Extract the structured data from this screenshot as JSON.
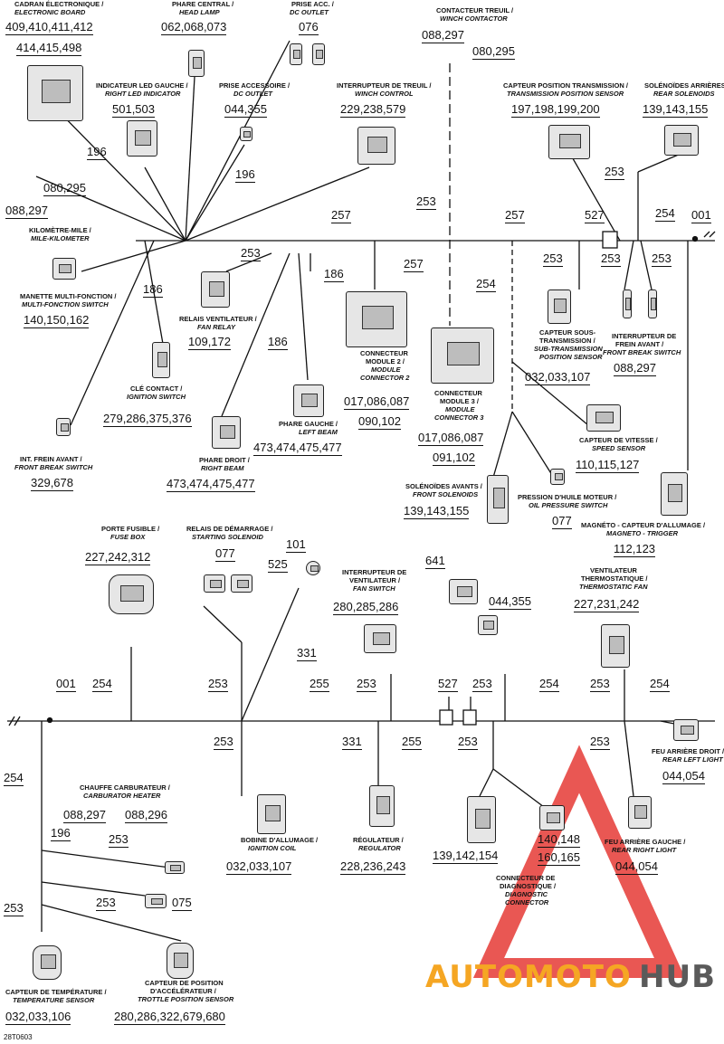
{
  "watermark": {
    "part1": "AUTOMOTO",
    "part2": "HUB",
    "color1": "#f5a623",
    "color2": "#5a5a5a",
    "triangle_color": "#e53935"
  },
  "figure_code": "28T0603",
  "top": {
    "dash": {
      "fr": "CADRAN ÉLECTRONIQUE /",
      "en": "ELECTRONIC BOARD",
      "ref1": "409,410,411,412",
      "ref2": "414,415,498"
    },
    "head_lamp": {
      "fr": "PHARE CENTRAL /",
      "en": "HEAD LAMP",
      "ref": "062,068,073"
    },
    "dc_outlet_top": {
      "fr": "PRISE ACC. /",
      "en": "DC OUTLET",
      "ref": "076"
    },
    "winch_contactor": {
      "fr": "CONTACTEUR TREUIL /",
      "en": "WINCH CONTACTOR",
      "ref1": "088,297",
      "ref2": "080,295"
    },
    "led_indicator": {
      "fr": "INDICATEUR LED GAUCHE /",
      "en": "RIGHT LED INDICATOR",
      "ref": "501,503"
    },
    "acc_outlet": {
      "fr": "PRISE ACCESSOIRE /",
      "en": "DC OUTLET",
      "ref": "044,355"
    },
    "winch_control": {
      "fr": "INTERRUPTEUR DE TREUIL /",
      "en": "WINCH CONTROL",
      "ref": "229,238,579"
    },
    "trans_sensor": {
      "fr": "CAPTEUR POSITION TRANSMISSION /",
      "en": "TRANSMISSION POSITION SENSOR",
      "ref": "197,198,199,200"
    },
    "rear_solenoids": {
      "fr": "SOLÉNOÏDES ARRIÈRES /",
      "en": "REAR SOLENOIDS",
      "ref": "139,143,155"
    },
    "km_mile": {
      "fr": "KILOMÈTRE-MILE /",
      "en": "MILE-KILOMETER"
    },
    "multi_switch": {
      "fr": "MANETTE MULTI-FONCTION /",
      "en": "MULTI-FONCTION SWITCH",
      "ref": "140,150,162"
    },
    "fan_relay": {
      "fr": "RELAIS VENTILATEUR /",
      "en": "FAN RELAY",
      "ref": "109,172"
    },
    "module2": {
      "fr1": "CONNECTEUR",
      "fr2": "MODULE 2 /",
      "en1": "MODULE",
      "en2": "CONNECTOR 2",
      "ref1": "017,086,087",
      "ref2": "090,102"
    },
    "module3": {
      "fr1": "CONNECTEUR",
      "fr2": "MODULE 3 /",
      "en1": "MODULE",
      "en2": "CONNECTOR 3",
      "ref1": "017,086,087",
      "ref2": "091,102"
    },
    "sub_trans": {
      "fr1": "CAPTEUR SOUS-",
      "fr2": "TRANSMISSION /",
      "en1": "SUB-TRANSMISSION",
      "en2": "POSITION SENSOR",
      "ref": "032,033,107"
    },
    "front_brake_sw": {
      "fr1": "INTERRUPTEUR DE",
      "fr2": "FREIN AVANT /",
      "en": "FRONT BREAK SWITCH",
      "ref": "088,297"
    },
    "ignition_sw": {
      "fr": "CLÉ CONTACT /",
      "en": "IGNITION SWITCH",
      "ref": "279,286,375,376"
    },
    "left_beam": {
      "fr": "PHARE GAUCHE /",
      "en": "LEFT BEAM",
      "ref": "473,474,475,477"
    },
    "right_beam": {
      "fr": "PHARE DROIT /",
      "en": "RIGHT BEAM",
      "ref": "473,474,475,477"
    },
    "int_brake": {
      "fr": "INT. FREIN AVANT /",
      "en": "FRONT BREAK SWITCH",
      "ref": "329,678"
    },
    "speed_sensor": {
      "fr": "CAPTEUR DE VITESSE /",
      "en": "SPEED SENSOR",
      "ref": "110,115,127"
    },
    "front_solenoids": {
      "fr": "SOLÉNOÏDES AVANTS /",
      "en": "FRONT SOLENOIDS",
      "ref": "139,143,155"
    },
    "oil_pressure": {
      "fr": "PRESSION D'HUILE MOTEUR /",
      "en": "OIL PRESSURE SWITCH",
      "ref": "077"
    },
    "magneto": {
      "fr": "MAGNÉTO - CAPTEUR D'ALLUMAGE /",
      "en": "MAGNETO - TRIGGER",
      "ref": "112,123"
    }
  },
  "bottom": {
    "fuse_box": {
      "fr": "PORTE FUSIBLE /",
      "en": "FUSE BOX",
      "ref": "227,242,312"
    },
    "start_solenoid": {
      "fr": "RELAIS DE DÉMARRAGE /",
      "en": "STARTING SOLENOID",
      "ref": "077"
    },
    "fan_switch": {
      "fr1": "INTERRUPTEUR DE",
      "fr2": "VENTILATEUR /",
      "en": "FAN SWITCH",
      "ref": "280,285,286"
    },
    "thermo_fan": {
      "fr1": "VENTILATEUR",
      "fr2": "THERMOSTATIQUE /",
      "en": "THERMOSTATIC FAN",
      "ref": "227,231,242"
    },
    "carb_heater": {
      "fr": "CHAUFFE CARBURATEUR /",
      "en": "CARBURATOR HEATER",
      "ref1": "088,297",
      "ref2": "088,296"
    },
    "ign_coil": {
      "fr": "BOBINE D'ALLUMAGE /",
      "en": "IGNITION COIL",
      "ref": "032,033,107"
    },
    "regulator": {
      "fr": "RÉGULATEUR /",
      "en": "REGULATOR",
      "ref": "228,236,243"
    },
    "unnamed_conn": {
      "ref": "139,142,154"
    },
    "diag": {
      "ref1": "140,148",
      "ref2": "160,165",
      "fr1": "CONNECTEUR DE",
      "fr2": "DIAGNOSTIQUE /",
      "en1": "DIAGNOSTIC",
      "en2": "CONNECTOR"
    },
    "rear_left": {
      "fr": "FEU ARRIÈRE DROIT /",
      "en": "REAR LEFT LIGHT",
      "ref": "044,054"
    },
    "rear_right": {
      "fr": "FEU ARRIÈRE GAUCHE /",
      "en": "REAR RIGHT LIGHT",
      "ref": "044,054"
    },
    "temp_sensor": {
      "fr": "CAPTEUR DE TEMPÉRATURE /",
      "en": "TEMPERATURE SENSOR",
      "ref": "032,033,106"
    },
    "tps": {
      "fr1": "CAPTEUR DE POSITION",
      "fr2": "D'ACCÉLÉRATEUR /",
      "en": "TROTTLE POSITION SENSOR",
      "ref": "280,286,322,679,680"
    },
    "misc": {
      "r101": "101",
      "r525": "525",
      "r331": "331",
      "r641": "641",
      "r044": "044,355",
      "r075": "075"
    }
  },
  "wire_numbers": {
    "w196": "196",
    "w186": "186",
    "w253": "253",
    "w254": "254",
    "w255": "255",
    "w257": "257",
    "w331": "331",
    "w527": "527",
    "w001": "001"
  }
}
